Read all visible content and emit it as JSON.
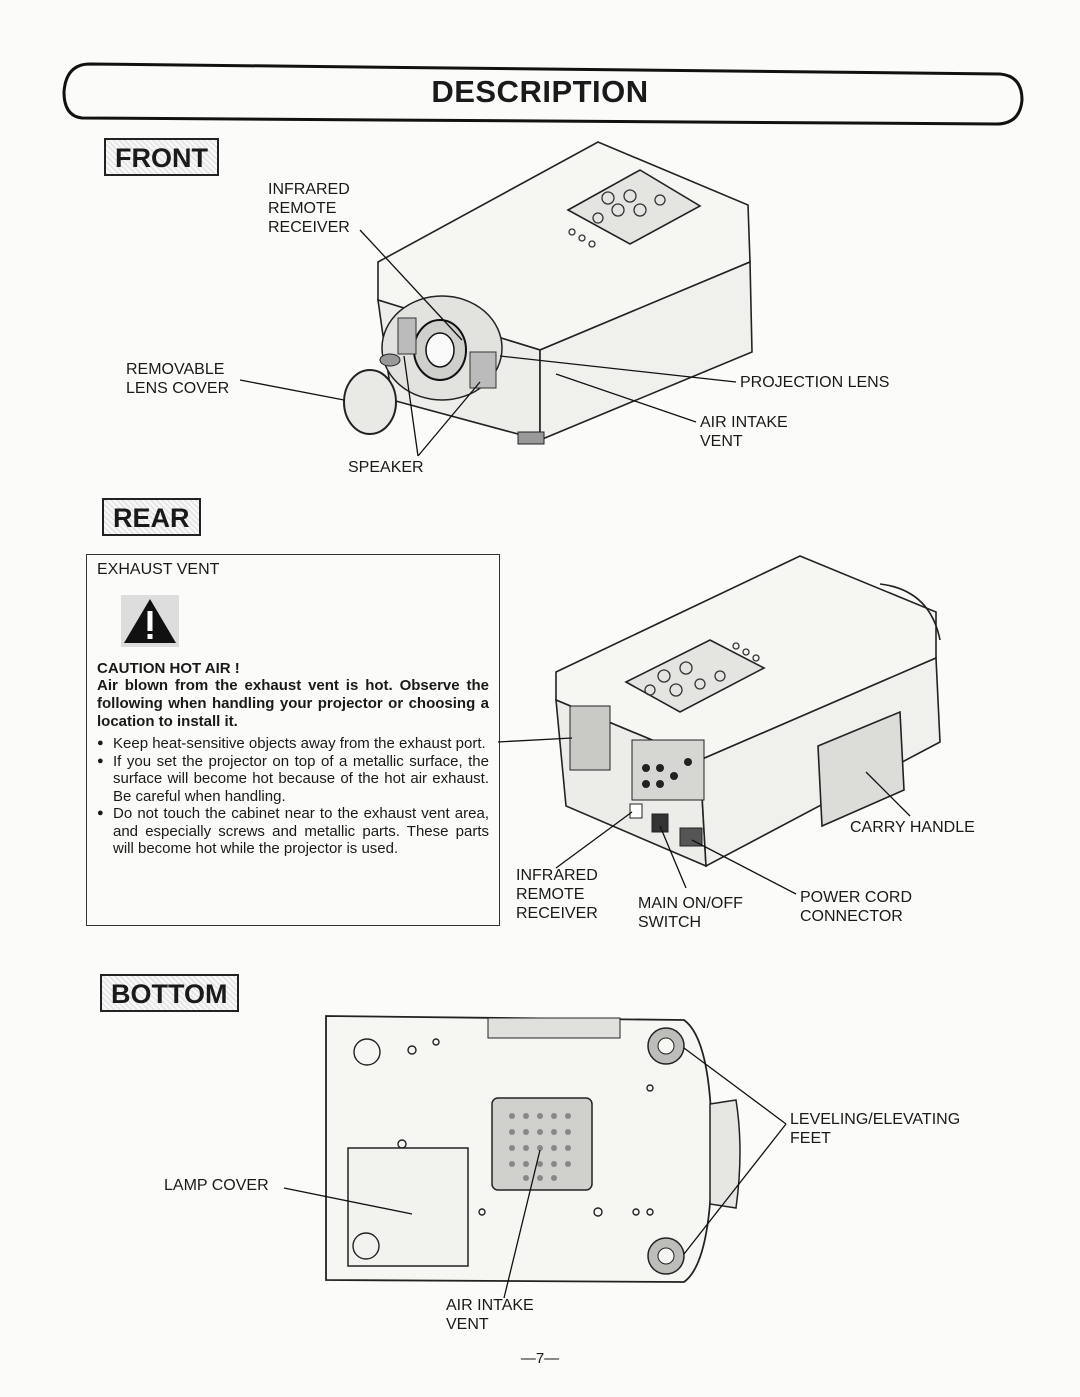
{
  "page": {
    "title": "DESCRIPTION",
    "page_number": "—7—"
  },
  "front": {
    "section_label": "FRONT",
    "labels": {
      "infrared_remote_receiver": "INFRARED\nREMOTE\nRECEIVER",
      "removable_lens_cover": "REMOVABLE\nLENS COVER",
      "projection_lens": "PROJECTION LENS",
      "air_intake_vent": "AIR INTAKE\nVENT",
      "speaker": "SPEAKER"
    }
  },
  "rear": {
    "section_label": "REAR",
    "caution": {
      "exhaust_vent": "EXHAUST VENT",
      "heading": "CAUTION HOT AIR !",
      "lead": "Air blown from the exhaust vent is hot. Observe the following when handling your projector or choosing a location to install it.",
      "bullets": [
        "Keep heat-sensitive objects away from the exhaust port.",
        "If you set the projector on top of a metallic surface, the surface will become hot because of the hot air exhaust. Be careful when handling.",
        "Do not touch the cabinet near to the exhaust vent area, and especially screws and metallic parts. These parts will become hot while the projector is used."
      ]
    },
    "labels": {
      "carry_handle": "CARRY HANDLE",
      "infrared_remote_receiver": "INFRARED\nREMOTE\nRECEIVER",
      "main_switch": "MAIN ON/OFF\nSWITCH",
      "power_cord_connector": "POWER CORD\nCONNECTOR"
    }
  },
  "bottom": {
    "section_label": "BOTTOM",
    "labels": {
      "leveling_feet": "LEVELING/ELEVATING\nFEET",
      "lamp_cover": "LAMP COVER",
      "air_intake_vent": "AIR INTAKE\nVENT"
    }
  },
  "icons": [
    "warning-triangle-icon"
  ]
}
